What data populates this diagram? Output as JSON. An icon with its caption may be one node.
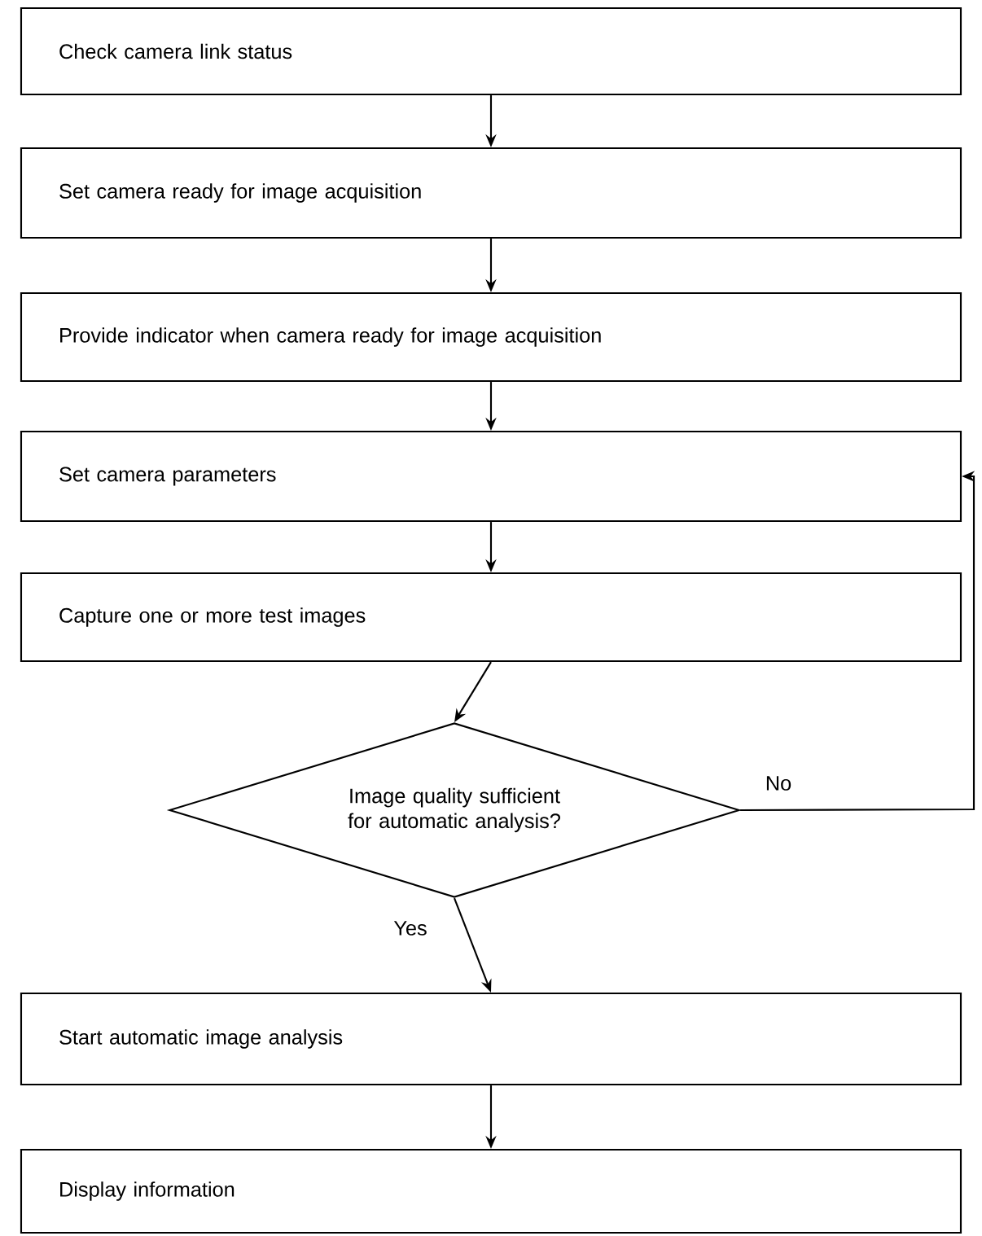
{
  "diagram": {
    "nodes": [
      {
        "text": [
          "Check camera link status"
        ]
      },
      {
        "text": [
          "Set camera ready for image acquisition"
        ]
      },
      {
        "text": [
          "Provide indicator when camera ready for image acquisition"
        ]
      },
      {
        "text": [
          "Set camera parameters"
        ]
      },
      {
        "text": [
          "Capture one or more test images"
        ]
      },
      {
        "text": [
          "Image quality sufficient for automatic analysis?"
        ]
      },
      {
        "text": [
          "Start automatic image analysis"
        ]
      },
      {
        "text": [
          "Display information"
        ]
      }
    ],
    "edges": [
      {
        "from": 0,
        "to": 1,
        "arrow": "to"
      },
      {
        "from": 1,
        "to": 2,
        "arrow": "to"
      },
      {
        "from": 2,
        "to": 3,
        "arrow": "to"
      },
      {
        "from": 3,
        "to": 4,
        "arrow": "to"
      },
      {
        "from": 4,
        "to": 5,
        "arrow": "to"
      },
      {
        "from": 5,
        "to": 3,
        "arrow": "to",
        "label": "No"
      },
      {
        "from": 5,
        "to": 6,
        "arrow": "to",
        "label": "Yes"
      },
      {
        "from": 6,
        "to": 7,
        "arrow": "to"
      }
    ]
  }
}
